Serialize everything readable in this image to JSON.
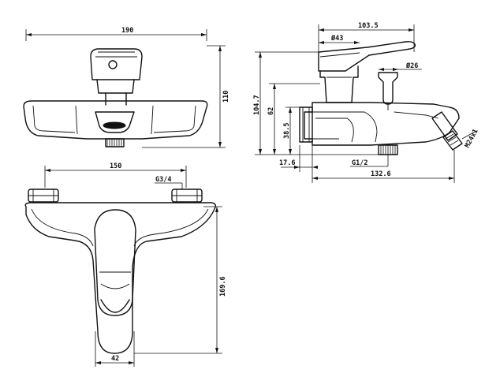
{
  "diagram": {
    "title": "",
    "views": {
      "front": {
        "width_label": "190",
        "height_label": "110"
      },
      "top": {
        "spacing_label": "150",
        "connection_label": "G3/4",
        "depth_label": "169.6",
        "handle_width_label": "42"
      },
      "side": {
        "handle_reach_label": "103.5",
        "body_diameter_label": "Ø43",
        "knob_diameter_label": "Ø26",
        "total_height_label": "104.7",
        "height_62_label": "62",
        "height_38_label": "38.5",
        "outlet_offset_label": "17.6",
        "outlet_thread_label": "G1/2",
        "spout_length_label": "132.6",
        "hose_thread_label": "M24x1"
      }
    }
  }
}
